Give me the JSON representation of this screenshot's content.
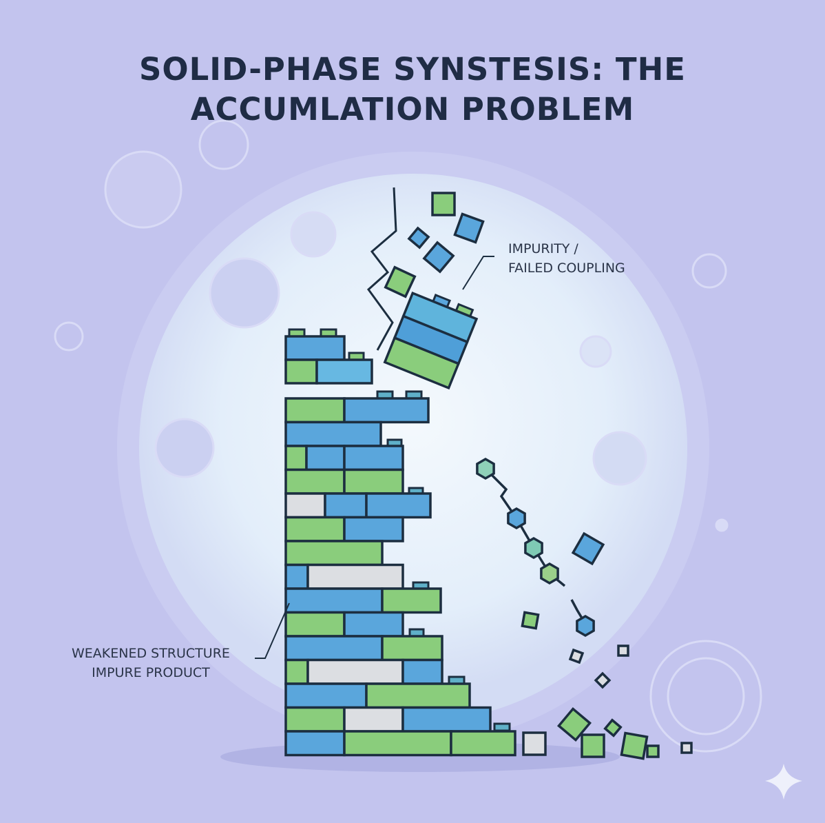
{
  "title": {
    "line1": "SOLID-PHASE SYNSTESIS: THE",
    "line2": "ACCUMLATION PROBLEM"
  },
  "annotations": {
    "impurity": {
      "line1": "IMPURITY /",
      "line2": "FAILED COUPLING"
    },
    "weakened": {
      "line1": "WEAKENED STRUCTURE",
      "line2": "IMPURE PRODUCT"
    }
  },
  "colors": {
    "background": "#c3c4ee",
    "blue_brick": "#5aa6dc",
    "green_brick": "#8acd7c",
    "grey_brick": "#dcdee2",
    "outline": "#1c2e40",
    "text": "#1f2c45"
  }
}
